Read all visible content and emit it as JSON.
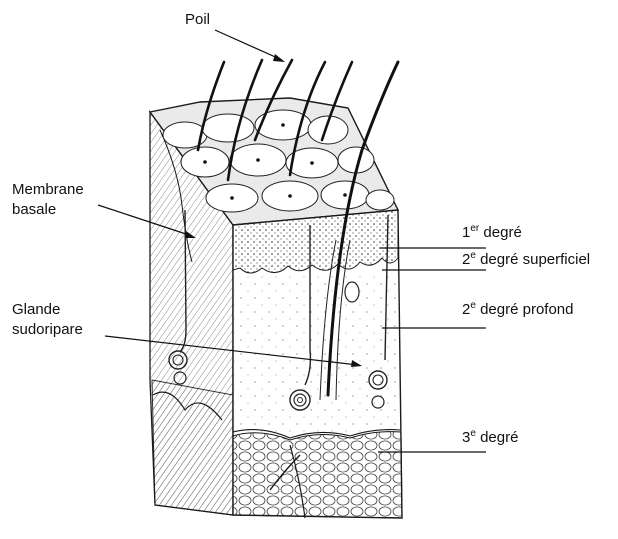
{
  "labels": {
    "poil": "Poil",
    "membrane_line1": "Membrane",
    "membrane_line2": "basale",
    "glande_line1": "Glande",
    "glande_line2": "sudoripare",
    "degree1": {
      "num": "1",
      "sup": "er",
      "text": "degré"
    },
    "degree2s": {
      "num": "2",
      "sup": "e",
      "text": "degré superficiel"
    },
    "degree2p": {
      "num": "2",
      "sup": "e",
      "text": "degré profond"
    },
    "degree3": {
      "num": "3",
      "sup": "e",
      "text": "degré"
    }
  },
  "colors": {
    "ink": "#1a1a1a",
    "paper": "#ffffff",
    "shade": "#cfcfcf"
  }
}
